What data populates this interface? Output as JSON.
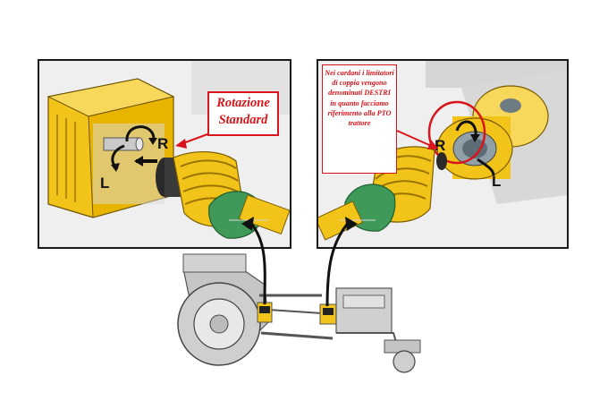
{
  "callout_rotation": {
    "line1": "Rotazione",
    "line2": "Standard"
  },
  "callout_note": {
    "text": "Nei cardani i limitatori di coppia vengono denominati DESTRI in quanto facciamo riferimento alla PTO trattore"
  },
  "left_panel": {
    "label_r": "R",
    "label_l": "L"
  },
  "right_panel": {
    "label_r": "R",
    "label_l": "L"
  },
  "colors": {
    "accent_red": "#d9141b",
    "shaft_yellow": "#f2c318",
    "guard_green": "#3f9a5a",
    "tractor_gray": "#bfbfbf"
  }
}
